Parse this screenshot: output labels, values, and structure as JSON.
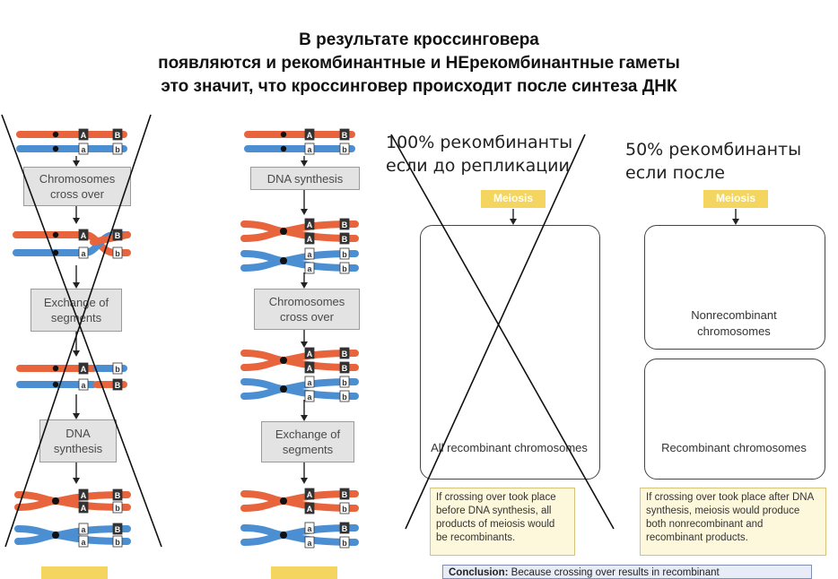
{
  "title": {
    "line1": "В результате кроссинговера",
    "line2": "появляются и рекомбинантные и НЕрекомбинантные  гаметы",
    "line3": "это значит, что кроссинговер происходит после синтеза ДНК"
  },
  "handwriting": {
    "left_line1": "100% рекомбинанты",
    "left_line2": "если до репликации",
    "right_line1": "50% рекомбинанты",
    "right_line2": "если после"
  },
  "column1": {
    "step1": "Chromosomes cross over",
    "step2": "Exchange of segments",
    "step3": "DNA synthesis"
  },
  "column2": {
    "step1": "DNA synthesis",
    "step2": "Chromosomes cross over",
    "step3": "Exchange of segments"
  },
  "meiosis_label": "Meiosis",
  "panel_left_label": "All recombinant chromosomes",
  "panel_right_top_label": "Nonrecombinant chromosomes",
  "panel_right_bottom_label": "Recombinant chromosomes",
  "note_left": "If crossing over took place before DNA synthesis, all products of meiosis would be recombinants.",
  "note_right": "If crossing over took place after DNA synthesis, meiosis would produce both nonrecombinant and recombinant products.",
  "conclusion_label": "Conclusion:",
  "conclusion_text": "Because crossing over results in recombinant",
  "gene_letters": {
    "upper_a": "A",
    "upper_b": "B",
    "lower_a": "a",
    "lower_b": "b"
  },
  "colors": {
    "orange": "#e8643c",
    "blue": "#4b8fd2",
    "box_gray": "#e3e3e3",
    "meiosis_yellow": "#f3d560",
    "note_bg": "#fdf7dc"
  }
}
